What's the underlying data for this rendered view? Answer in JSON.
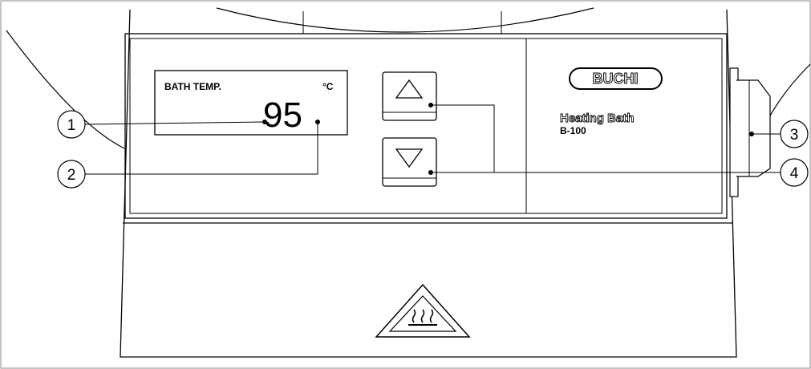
{
  "display": {
    "label": "BATH TEMP.",
    "unit": "°C",
    "value": "95"
  },
  "brand": {
    "logo": "BUCHI",
    "product": "Heating Bath",
    "model": "B-100"
  },
  "callouts": [
    "1",
    "2",
    "3",
    "4"
  ],
  "icons": {
    "up_button": "triangle-up-icon",
    "down_button": "triangle-down-icon",
    "warning": "hot-surface-warning-icon"
  }
}
